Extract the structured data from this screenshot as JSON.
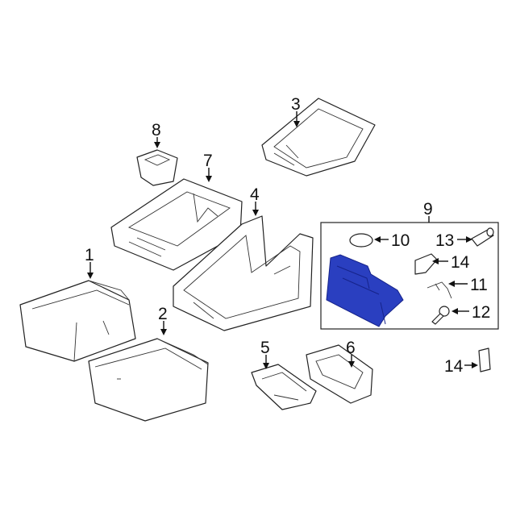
{
  "diagram": {
    "callouts": {
      "c1": "1",
      "c2": "2",
      "c3": "3",
      "c4": "4",
      "c5": "5",
      "c6": "6",
      "c7": "7",
      "c8": "8",
      "c9": "9",
      "c10": "10",
      "c11": "11",
      "c12": "12",
      "c13": "13",
      "c14a": "14",
      "c14b": "14"
    },
    "colors": {
      "highlight": "#2a3fc0",
      "highlight_dark": "#16238a",
      "line": "#222222"
    }
  }
}
